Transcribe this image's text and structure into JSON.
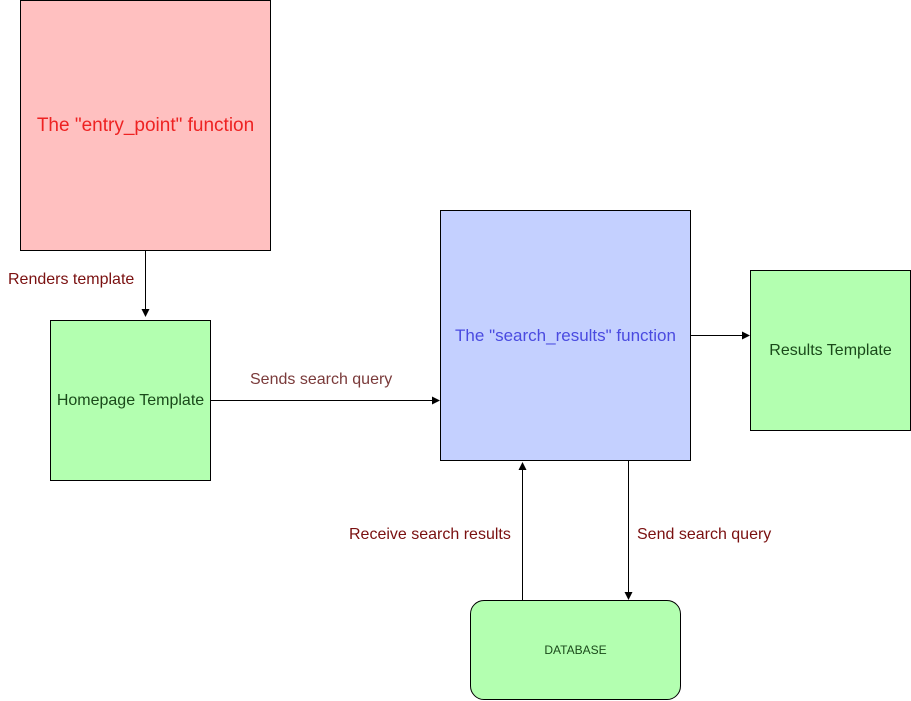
{
  "nodes": {
    "entry_point": "The \"entry_point\" function",
    "search_results": "The \"search_results\" function",
    "homepage": "Homepage Template",
    "results": "Results Template",
    "database": "DATABASE"
  },
  "edges": {
    "renders": "Renders template",
    "sends_query": "Sends search query",
    "receive_results": "Receive search results",
    "send_query": "Send search query"
  }
}
